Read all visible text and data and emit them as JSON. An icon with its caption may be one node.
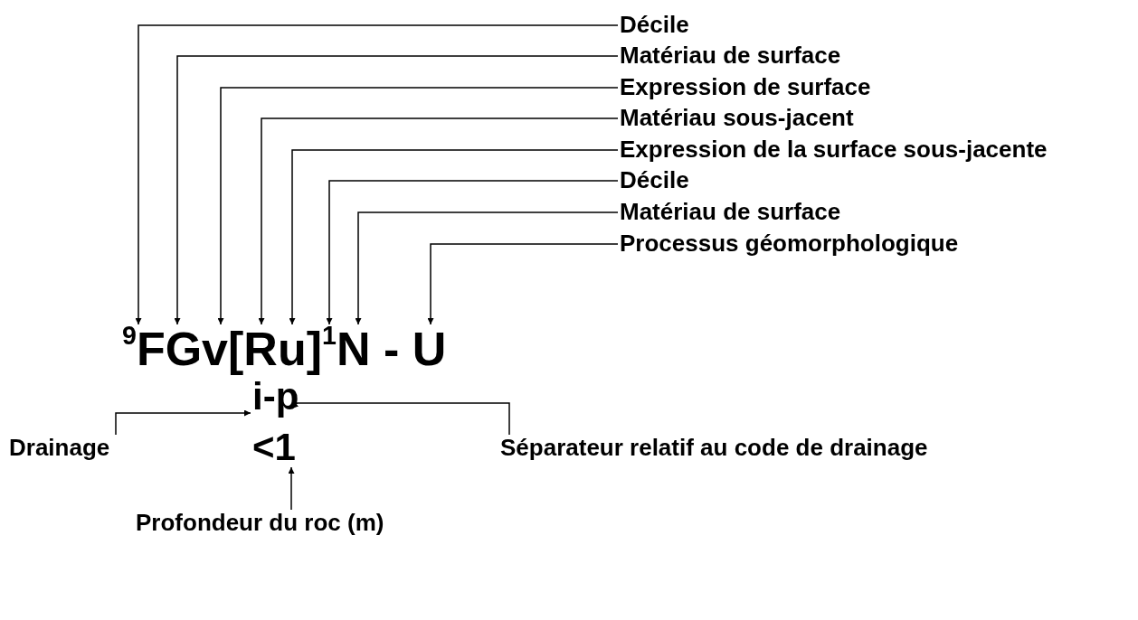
{
  "diagram": {
    "nodes": [
      {
        "text": [
          "Décile"
        ]
      },
      {
        "text": [
          "Matériau de surface"
        ]
      },
      {
        "text": [
          "Expression de surface"
        ]
      },
      {
        "text": [
          "Matériau sous-jacent"
        ]
      },
      {
        "text": [
          "Expression de la surface sous-jacente"
        ]
      },
      {
        "text": [
          "Décile"
        ]
      },
      {
        "text": [
          "Matériau de surface"
        ]
      },
      {
        "text": [
          "Processus géomorphologique"
        ]
      },
      {
        "text": [
          "$^{9}$FGv[Ru]$^{1}$N - U"
        ]
      },
      {
        "text": [
          "i-p"
        ]
      },
      {
        "text": [
          "<1"
        ]
      },
      {
        "text": [
          "Drainage"
        ]
      },
      {
        "text": [
          "Séparateur relatif au code de drainage"
        ]
      },
      {
        "text": [
          "Profondeur du roc (m)"
        ]
      }
    ],
    "edges": [
      {
        "from": 0,
        "to": 8,
        "arrow": "to"
      },
      {
        "from": 1,
        "to": 8,
        "arrow": "to"
      },
      {
        "from": 2,
        "to": 8,
        "arrow": "to"
      },
      {
        "from": 3,
        "to": 8,
        "arrow": "to"
      },
      {
        "from": 4,
        "to": 8,
        "arrow": "to"
      },
      {
        "from": 5,
        "to": 8,
        "arrow": "to"
      },
      {
        "from": 6,
        "to": 8,
        "arrow": "to"
      },
      {
        "from": 7,
        "to": 8,
        "arrow": "to"
      },
      {
        "from": 11,
        "to": 9,
        "arrow": "to"
      },
      {
        "from": 12,
        "to": 9,
        "arrow": "to"
      },
      {
        "from": 13,
        "to": 10,
        "arrow": "to"
      }
    ]
  }
}
